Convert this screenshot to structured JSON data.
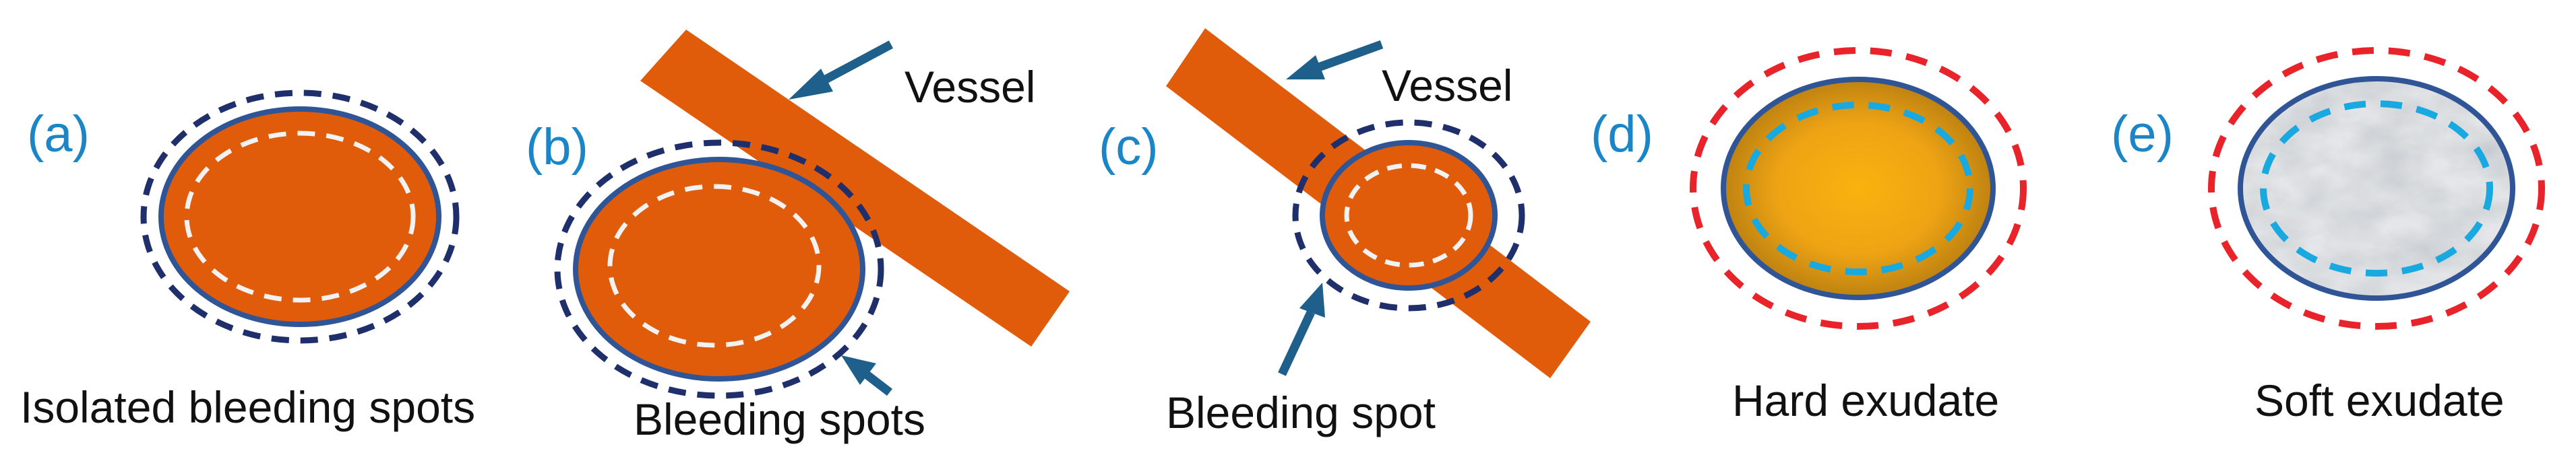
{
  "colors": {
    "spot_fill": "#e05c0a",
    "outline": "#2f5597",
    "outer_dash": "#1f2f6b",
    "inner_dash": "#f2f2f2",
    "vessel": "#e05c0a",
    "arrow": "#1f5f8b",
    "letter": "#1a86c8",
    "hard_exudate_center": "#f7ab10",
    "hard_exudate_edge": "#b27a10",
    "exudate_outer_dash": "#e8232a",
    "exudate_inner_dash": "#18a9e0",
    "soft_exudate_fill": "#e2e5e8"
  },
  "panels": [
    {
      "letter": "(a)",
      "caption": "Isolated bleeding spots"
    },
    {
      "letter": "(b)",
      "caption": "Bleeding spots",
      "vessel_label": "Vessel"
    },
    {
      "letter": "(c)",
      "caption": "Bleeding spot",
      "vessel_label": "Vessel"
    },
    {
      "letter": "(d)",
      "caption": "Hard exudate"
    },
    {
      "letter": "(e)",
      "caption": "Soft exudate"
    }
  ]
}
